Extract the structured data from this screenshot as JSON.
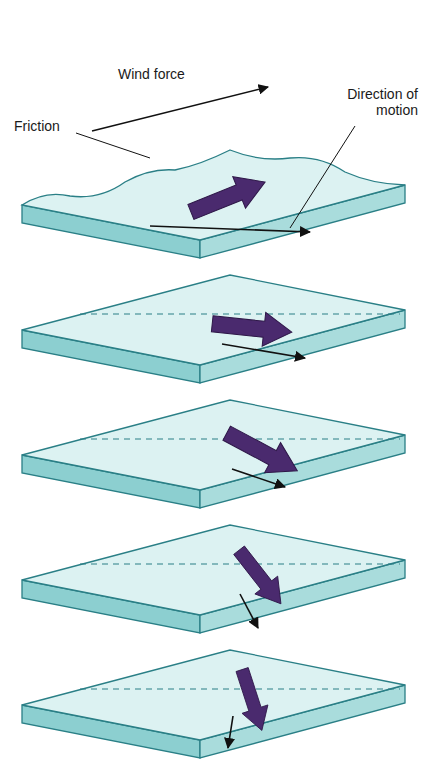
{
  "diagram": {
    "labels": [
      "Wind force",
      "Friction",
      "Direction of motion"
    ]
  }
}
